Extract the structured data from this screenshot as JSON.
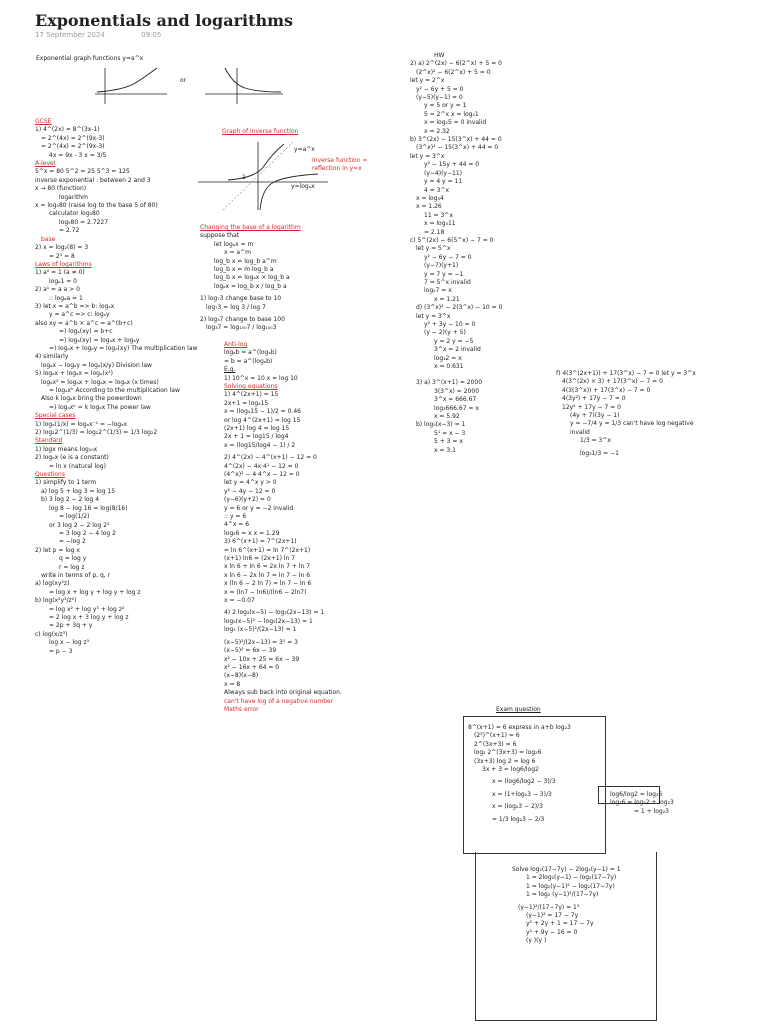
{
  "page": {
    "title": "Exponentials and logarithms",
    "date": "17 September 2024",
    "time": "09:05"
  },
  "graphs": {
    "exp_heading": "Exponential graph functions y=a^x",
    "or_label": "or",
    "inverse_heading": "Graph of inverse function",
    "inverse_y_eq_ax": "y=a^x",
    "inverse_note": "Inverse function = reflection in y=x",
    "inverse_y_log": "y=logₐx",
    "inverse_one": "1"
  },
  "col1": [
    {
      "t": "GCSE",
      "s": "h r"
    },
    {
      "t": "1) 4^(2x) = 8^(3x-1)"
    },
    {
      "t": "= 2^(4x) = 2^(9x-3)",
      "s": "i1"
    },
    {
      "t": "= 2^(4x) = 2^(9x-3)",
      "s": "i1"
    },
    {
      "t": "4x = 9x - 3    x = 3/5",
      "s": "i2"
    },
    {
      "t": "A-level",
      "s": "h r"
    },
    {
      "t": "5^x = 80     5^2 = 25   5^3 = 125"
    },
    {
      "t": "inverse exponential  : between 2 and 3"
    },
    {
      "t": "x → 80  (function)"
    },
    {
      "t": "logarithm",
      "s": "i3"
    },
    {
      "t": "x = log₅80  (raise log to the base 5 of 80)"
    },
    {
      "t": "calculator  log₅80",
      "s": "i2"
    },
    {
      "t": "log₅80 = 2.7227",
      "s": "i3"
    },
    {
      "t": "= 2.72",
      "s": "i3"
    },
    {
      "t": "base",
      "s": "r i1"
    },
    {
      "t": "2) x = log₂(8) = 3"
    },
    {
      "t": "= 2³ = 8",
      "s": "i2"
    },
    {
      "t": "Laws of logarithms",
      "s": "h r"
    },
    {
      "t": "1) a⁰ = 1  (a ≠ 0)"
    },
    {
      "t": "logₐ1 = 0",
      "s": "i2"
    },
    {
      "t": "2) a¹ = a      a > 0"
    },
    {
      "t": ":: logₐa = 1",
      "s": "i2"
    },
    {
      "t": "3) let  x = a^b  => b: logₐx"
    },
    {
      "t": "y = a^c  => c: logₐy",
      "s": "i2"
    },
    {
      "t": "also  xy = a^b × a^c = a^(b+c)"
    },
    {
      "t": "=) logₐ(xy) = b+c",
      "s": "i3"
    },
    {
      "t": "=) logₐ(xy) = logₐx + logₐy",
      "s": "i3"
    },
    {
      "t": "=) logₐx + logₐy = logₐ(xy)   The multiplication law",
      "s": "i2"
    },
    {
      "t": "4) similarly"
    },
    {
      "t": "logₐx − logₐy = logₐ(x/y)   Division law",
      "s": "i1"
    },
    {
      "t": "5) logₐx + logₐx = logₐ(x²)"
    },
    {
      "t": "logₐx² = logₐx + logₐx = logₐx  (x times)",
      "s": "i1"
    },
    {
      "t": "= logₐxᵏ  According to the multiplication law",
      "s": "i2"
    },
    {
      "t": "Also  k logₐx        bring the powerdown",
      "s": "i1"
    },
    {
      "t": "=) logₐxᵏ = k logₐx   The power law",
      "s": "i2"
    },
    {
      "t": "Special cases",
      "s": "h r"
    },
    {
      "t": "1) logₐ(1/x) = logₐx⁻¹ = −logₐx"
    },
    {
      "t": "2) log₂2^(1/3) = log₂2^(1/3) = 1/3 log₂2"
    },
    {
      "t": "Standard",
      "s": "h r"
    },
    {
      "t": "1) logx  means log₁₀x"
    },
    {
      "t": "2) logₑx  (e is a constant)"
    },
    {
      "t": "= ln x  (natural log)",
      "s": "i2"
    },
    {
      "t": "Questions",
      "s": "h r"
    },
    {
      "t": "1) simplify to 1 term"
    },
    {
      "t": "a) log 5 + log 3 = log 15",
      "s": "i1"
    },
    {
      "t": "b) 3 log 2 − 2 log 4",
      "s": "i1"
    },
    {
      "t": "log 8 − log 16 = log(8/16)",
      "s": "i2"
    },
    {
      "t": "= log(1/2)",
      "s": "i3"
    },
    {
      "t": "or  3 log 2 − 2 log 2²",
      "s": "i2"
    },
    {
      "t": "= 3 log 2 − 4 log 2",
      "s": "i3"
    },
    {
      "t": "= −log 2",
      "s": "i3"
    },
    {
      "t": "2) let   p = log x"
    },
    {
      "t": "q = log y",
      "s": "i3"
    },
    {
      "t": "r = log z",
      "s": "i3"
    },
    {
      "t": "write in terms of p, q, r",
      "s": "i1"
    },
    {
      "t": "a) log(xy²z)"
    },
    {
      "t": "= log x + log y + log y + log z",
      "s": "i2"
    },
    {
      "t": "b) log(x²y³/z²)"
    },
    {
      "t": "= log x² + log y³ + log z²",
      "s": "i2"
    },
    {
      "t": "= 2 log x + 3 log y + log z",
      "s": "i2"
    },
    {
      "t": "= 2p + 3q + y",
      "s": "i2"
    },
    {
      "t": "c) log(x/z³)"
    },
    {
      "t": "log x − log z³",
      "s": "i2"
    },
    {
      "t": "= p − 3",
      "s": "i2"
    }
  ],
  "col2": [
    {
      "t": "Changing the base of a logarithm",
      "s": "h r"
    },
    {
      "t": "suppose that"
    },
    {
      "t": "let  logₐx = m",
      "s": "i2"
    },
    {
      "t": "x = a^m",
      "s": "i3"
    },
    {
      "t": "log_b x = log_b a^m",
      "s": "i2"
    },
    {
      "t": "log_b x = m log_b a",
      "s": "i2"
    },
    {
      "t": "log_b x = logₐx × log_b a",
      "s": "i2"
    },
    {
      "t": "logₐx = log_b x / log_b a",
      "s": "i2"
    },
    {
      "t": "",
      "s": "s"
    },
    {
      "t": "1) log₇3  change base to 10"
    },
    {
      "t": "log₇3 = log 3 / log 7",
      "s": "i1"
    },
    {
      "t": "",
      "s": "s"
    },
    {
      "t": "2) log₃7  change to base 100"
    },
    {
      "t": "log₃7 = log₁₀₀7 / log₁₀₀3",
      "s": "i1"
    },
    {
      "t": "",
      "s": "s"
    },
    {
      "t": "",
      "s": "s"
    },
    {
      "t": "Anti-log",
      "s": "h r i3"
    },
    {
      "t": "logₐb = a^(logₐb)",
      "s": "i3"
    },
    {
      "t": "= b = a^(logₐb)",
      "s": "i3"
    },
    {
      "t": "E.g.",
      "s": "h i3"
    },
    {
      "t": "1) 10^x = 10       x = log 10",
      "s": "i3"
    },
    {
      "t": "Solving equations",
      "s": "h r i3"
    },
    {
      "t": "1) 4^(2x+1) = 15",
      "s": "i3"
    },
    {
      "t": "2x+1 = log₄15",
      "s": "i3"
    },
    {
      "t": "x = (log₄15 − 1)/2 = 0.46",
      "s": "i3"
    },
    {
      "t": "or   log 4^(2x+1) = log 15",
      "s": "i3"
    },
    {
      "t": "(2x+1) log 4 = log 15",
      "s": "i3"
    },
    {
      "t": "2x + 1 = log15 / log4",
      "s": "i3"
    },
    {
      "t": "x = (log15/log4 − 1) / 2",
      "s": "i3"
    },
    {
      "t": "",
      "s": "s"
    },
    {
      "t": "2) 4^(2x) − 4^(x+1) − 12 = 0",
      "s": "i3"
    },
    {
      "t": "4^(2x) − 4x·4¹ − 12 = 0",
      "s": "i3"
    },
    {
      "t": "(4^x)² − 4·4^x − 12 = 0",
      "s": "i3"
    },
    {
      "t": "let  y = 4^x    y > 0",
      "s": "i3"
    },
    {
      "t": "y² − 4y − 12 = 0",
      "s": "i3"
    },
    {
      "t": "(y−6)(y+2) = 0",
      "s": "i3"
    },
    {
      "t": "y = 6 or y = −2  invalid",
      "s": "i3"
    },
    {
      "t": ":: y = 6",
      "s": "i3"
    },
    {
      "t": "4^x = 6",
      "s": "i3"
    },
    {
      "t": "log₄6 = x      x = 1.29",
      "s": "i3"
    },
    {
      "t": "3) 6^(x+1) = 7^(2x+1)",
      "s": "i3"
    },
    {
      "t": "= ln 6^(x+1) = ln 7^(2x+1)",
      "s": "i3"
    },
    {
      "t": "(x+1) ln6 = (2x+1) ln 7",
      "s": "i3"
    },
    {
      "t": "x ln 6 + ln 6 = 2x ln 7 + ln 7",
      "s": "i3"
    },
    {
      "t": "x ln 6 − 2x ln 7 = ln 7 − ln 6",
      "s": "i3"
    },
    {
      "t": "x (ln 6 − 2 ln 7) = ln 7 − ln 6",
      "s": "i3"
    },
    {
      "t": "x = (ln7 − ln6)/(ln6 − 2ln7)",
      "s": "i3"
    },
    {
      "t": "x = −0.07",
      "s": "i3"
    },
    {
      "t": "",
      "s": "s"
    },
    {
      "t": "4) 2 log₃(x−5) − log₃(2x−13) = 1",
      "s": "i3"
    },
    {
      "t": "log₃(x−5)² − log₃(2x−13) = 1",
      "s": "i3"
    },
    {
      "t": "log₃ (x−5)²/(2x−13) = 1",
      "s": "i3"
    },
    {
      "t": "",
      "s": "s"
    },
    {
      "t": "(x−5)²/(2x−13) = 3¹ = 3",
      "s": "i3"
    },
    {
      "t": "(x−5)² = 6x − 39",
      "s": "i3"
    },
    {
      "t": "x² − 10x + 25 = 6x − 39",
      "s": "i3"
    },
    {
      "t": "x² − 16x + 64 = 0",
      "s": "i3"
    },
    {
      "t": "(x−8)(x−8)",
      "s": "i3"
    },
    {
      "t": "x = 8",
      "s": "i3"
    },
    {
      "t": "Always sub back into original equation.",
      "s": "i3"
    },
    {
      "t": "can't have log of a negative number",
      "s": "r i3"
    },
    {
      "t": "Maths error",
      "s": "r i3"
    }
  ],
  "col3": [
    {
      "t": "HW",
      "s": "i3"
    },
    {
      "t": "2) a) 2^(2x) − 6(2^x) + 5 = 0"
    },
    {
      "t": "(2^x)² − 6(2^x) + 5 = 0",
      "s": "i1"
    },
    {
      "t": "let  y = 2^x"
    },
    {
      "t": "y² − 6y + 5 = 0",
      "s": "i1"
    },
    {
      "t": "(y−5)(y−1) = 0",
      "s": "i1"
    },
    {
      "t": "y = 5 or y = 1",
      "s": "i2"
    },
    {
      "t": "5 = 2^x          x = log₂1",
      "s": "i2"
    },
    {
      "t": "x = log₂5          = 0   invalid",
      "s": "i2"
    },
    {
      "t": "x = 2.32",
      "s": "i2"
    },
    {
      "t": "b) 3^(2x) − 15(3^x) + 44 = 0"
    },
    {
      "t": "(3^x)² − 15(3^x) + 44 = 0",
      "s": "i1"
    },
    {
      "t": "let  y = 3^x"
    },
    {
      "t": "y² − 15y + 44 = 0",
      "s": "i2"
    },
    {
      "t": "(y−4)(y−11)",
      "s": "i2"
    },
    {
      "t": "y = 4   y = 11",
      "s": "i2"
    },
    {
      "t": "4 = 3^x",
      "s": "i2"
    },
    {
      "t": "x = log₃4",
      "s": "i1"
    },
    {
      "t": "x = 1.26",
      "s": "i1"
    },
    {
      "t": "11 = 3^x",
      "s": "i2"
    },
    {
      "t": "x = log₃11",
      "s": "i2"
    },
    {
      "t": "= 2.18",
      "s": "i2"
    },
    {
      "t": "c) 5^(2x) − 6(5^x) − 7 = 0"
    },
    {
      "t": "let  y = 5^x",
      "s": "i1"
    },
    {
      "t": "y² − 6y − 7 = 0",
      "s": "i2"
    },
    {
      "t": "(y−7)(y+1)",
      "s": "i2"
    },
    {
      "t": "y = 7   y = −1",
      "s": "i2"
    },
    {
      "t": "7 = 5^x        invalid",
      "s": "i2"
    },
    {
      "t": "log₅7 = x",
      "s": "i2"
    },
    {
      "t": "x = 1.21",
      "s": "i3"
    },
    {
      "t": "d) (3^x)² − 2(3^x) − 10 = 0",
      "s": "i1"
    },
    {
      "t": "let  y = 3^x",
      "s": "i1"
    },
    {
      "t": "y² + 3y − 10 = 0",
      "s": "i2"
    },
    {
      "t": "(y − 2)(y + 5)",
      "s": "i2"
    },
    {
      "t": "y = 2   y = −5",
      "s": "i3"
    },
    {
      "t": "3^x = 2         invalid",
      "s": "i3"
    },
    {
      "t": "log₃2 = x",
      "s": "i3"
    },
    {
      "t": "x = 0.631",
      "s": "i3"
    },
    {
      "t": "",
      "s": "s"
    },
    {
      "t": "",
      "s": "s"
    },
    {
      "t": "3) a)  3^(x+1) = 2000",
      "s": "i1"
    },
    {
      "t": "3(3^x) = 2000",
      "s": "i3"
    },
    {
      "t": "3^x = 666.67",
      "s": "i3"
    },
    {
      "t": "log₃666.67 = x",
      "s": "i3"
    },
    {
      "t": "x = 5.92",
      "s": "i3"
    },
    {
      "t": "b) log₅(x−3) = 1",
      "s": "i1"
    },
    {
      "t": "5¹ = x − 3",
      "s": "i3"
    },
    {
      "t": "5 + 3 = x",
      "s": "i3"
    },
    {
      "t": "x = 3.1",
      "s": "i3"
    }
  ],
  "col4": [
    {
      "t": "f) 4(3^(2x+1)) + 17(3^x) − 7 = 0    let y = 3^x"
    },
    {
      "t": "4(3^(2x) × 3) + 17(3^x) − 7 = 0",
      "s": "i1"
    },
    {
      "t": "4(3(3^x)) + 17(3^x) − 7 = 0",
      "s": "i1"
    },
    {
      "t": "4(3y²) + 17y − 7 = 0",
      "s": "i1"
    },
    {
      "t": "12y² + 17y − 7 = 0",
      "s": "i1"
    },
    {
      "t": "(4y + 7)(3y − 1)",
      "s": "i2"
    },
    {
      "t": "y = −7/4   y = 1/3     can't have log negative",
      "s": "i2"
    },
    {
      "t": "invalid",
      "s": "i2"
    },
    {
      "t": "1/3 = 3^x",
      "s": "i3"
    },
    {
      "t": "",
      "s": "s"
    },
    {
      "t": "log₃1/3 = −1",
      "s": "i3"
    }
  ],
  "exam": {
    "title": "Exam question",
    "box": [
      {
        "t": "8^(x+1) = 6   express in a+b log₂3"
      },
      {
        "t": "(2³)^(x+1) = 6",
        "s": "i1"
      },
      {
        "t": "2^(3x+3) = 6",
        "s": "i1"
      },
      {
        "t": "log₂ 2^(3x+3) = log₂6",
        "s": "i1"
      },
      {
        "t": "(3x+3) log 2 = log 6",
        "s": "i1"
      },
      {
        "t": "3x + 3 = log6/log2",
        "s": "i2"
      },
      {
        "t": "",
        "s": "s"
      },
      {
        "t": "x = (log6/log2 − 3)/3",
        "s": "i3"
      },
      {
        "t": "",
        "s": "s"
      },
      {
        "t": "x = (1+log₂3 − 3)/3",
        "s": "i3"
      },
      {
        "t": "",
        "s": "s"
      },
      {
        "t": "x = (log₂3 − 2)/3",
        "s": "i3"
      },
      {
        "t": "",
        "s": "s"
      },
      {
        "t": "= 1/3 log₂3 − 2/3",
        "s": "i3"
      }
    ],
    "side": [
      {
        "t": "log6/log2 = log₂6"
      },
      {
        "t": "log₂6 = log₂2 + log₂3"
      },
      {
        "t": "= 1 + log₂3",
        "s": "i3"
      }
    ],
    "solve": [
      {
        "t": "Solve  log₂(17−7y) − 2log₂(y−1) = 1"
      },
      {
        "t": "1 = 2log₂(y−1) − log₂(17−7y)",
        "s": "i2"
      },
      {
        "t": "1 = log₂(y−1)² − log₂(17−7y)",
        "s": "i2"
      },
      {
        "t": "1 = log₂ (y−1)²/(17−7y)",
        "s": "i2"
      },
      {
        "t": "",
        "s": "s"
      },
      {
        "t": "(y−1)²/(17−7y) = 1³",
        "s": "i1"
      },
      {
        "t": "(y−1)² = 17 − 7y",
        "s": "i2"
      },
      {
        "t": "y² + 2y + 1 = 17 − 7y",
        "s": "i2"
      },
      {
        "t": "y² + 9y − 16 = 0",
        "s": "i2"
      },
      {
        "t": "(y   )(y   )",
        "s": "i2"
      }
    ]
  }
}
